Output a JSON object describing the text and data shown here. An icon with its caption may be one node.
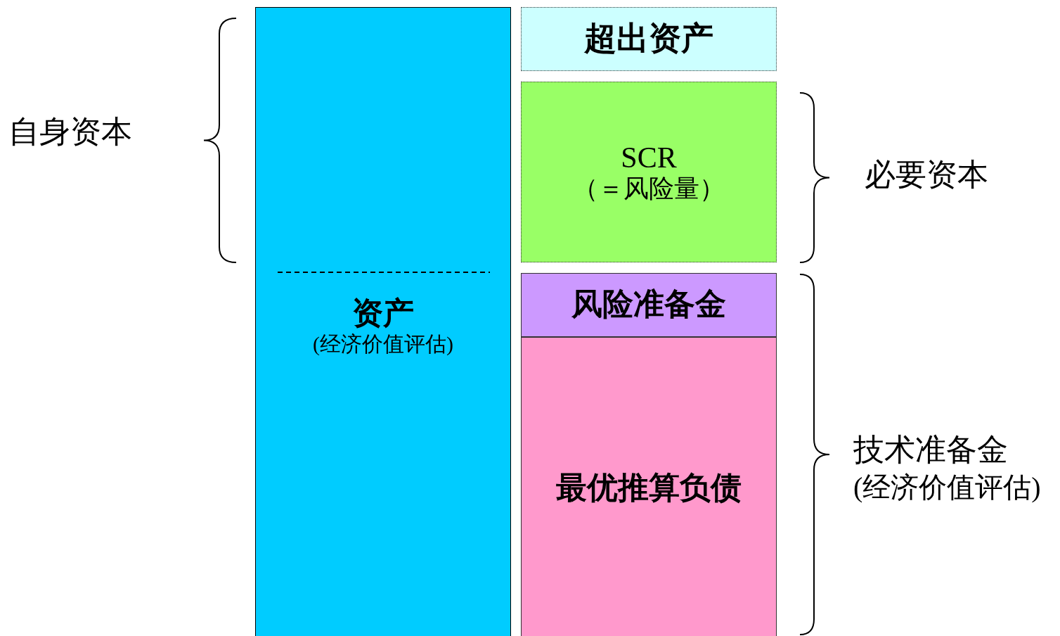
{
  "diagram": {
    "nodes": [
      {
        "text": [
          "资产",
          "(经济价值评估)"
        ]
      },
      {
        "text": [
          "超出资产"
        ]
      },
      {
        "text": [
          "SCR",
          "（＝风险量）"
        ]
      },
      {
        "text": [
          "风险准备金"
        ]
      },
      {
        "text": [
          "最优推算负债"
        ]
      }
    ],
    "labels": [
      "自身资本",
      "必要资本",
      "技术准备金",
      "(经济价值评估)"
    ]
  }
}
